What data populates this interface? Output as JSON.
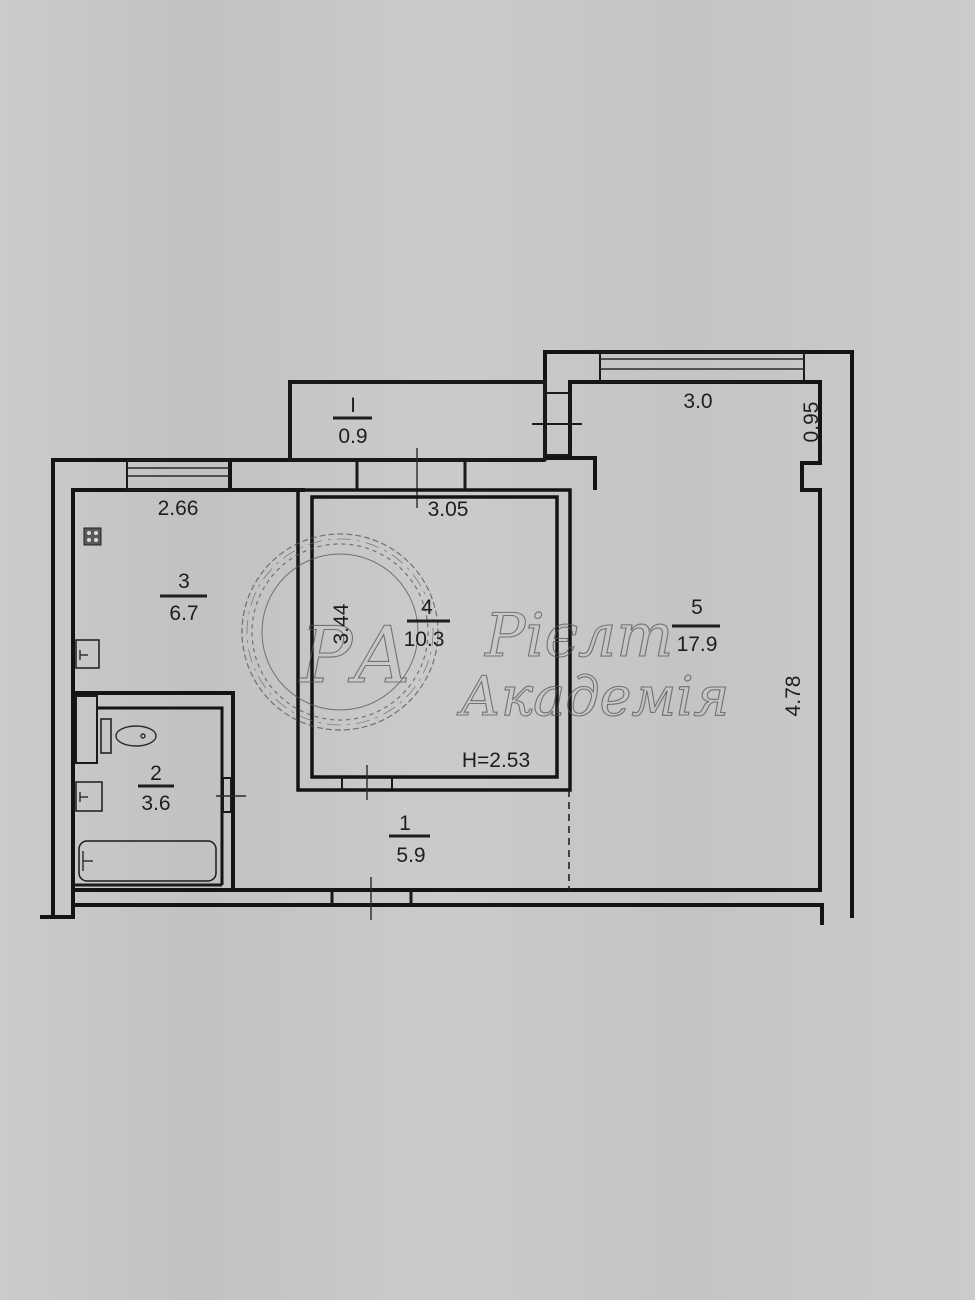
{
  "plan": {
    "ceiling_height": "H=2.53",
    "rooms": [
      {
        "id": "room-1",
        "number": "1",
        "area": "5.9"
      },
      {
        "id": "room-2",
        "number": "2",
        "area": "3.6"
      },
      {
        "id": "room-3",
        "number": "3",
        "area": "6.7"
      },
      {
        "id": "room-4",
        "number": "4",
        "area": "10.3"
      },
      {
        "id": "room-5",
        "number": "5",
        "area": "17.9"
      },
      {
        "id": "room-I",
        "number": "I",
        "area": "0.9"
      }
    ],
    "dimensions": {
      "kitchen_width": "2.66",
      "room4_width": "3.05",
      "room4_depth": "3.44",
      "room5_width": "3.0",
      "room5_niche": "0.95",
      "room5_depth": "4.78"
    }
  },
  "watermark": {
    "line1": "Рієлт",
    "line2": "Академія",
    "monogram": "РА"
  },
  "colors": {
    "paper": "#c9c8c6",
    "ink": "#141414"
  }
}
